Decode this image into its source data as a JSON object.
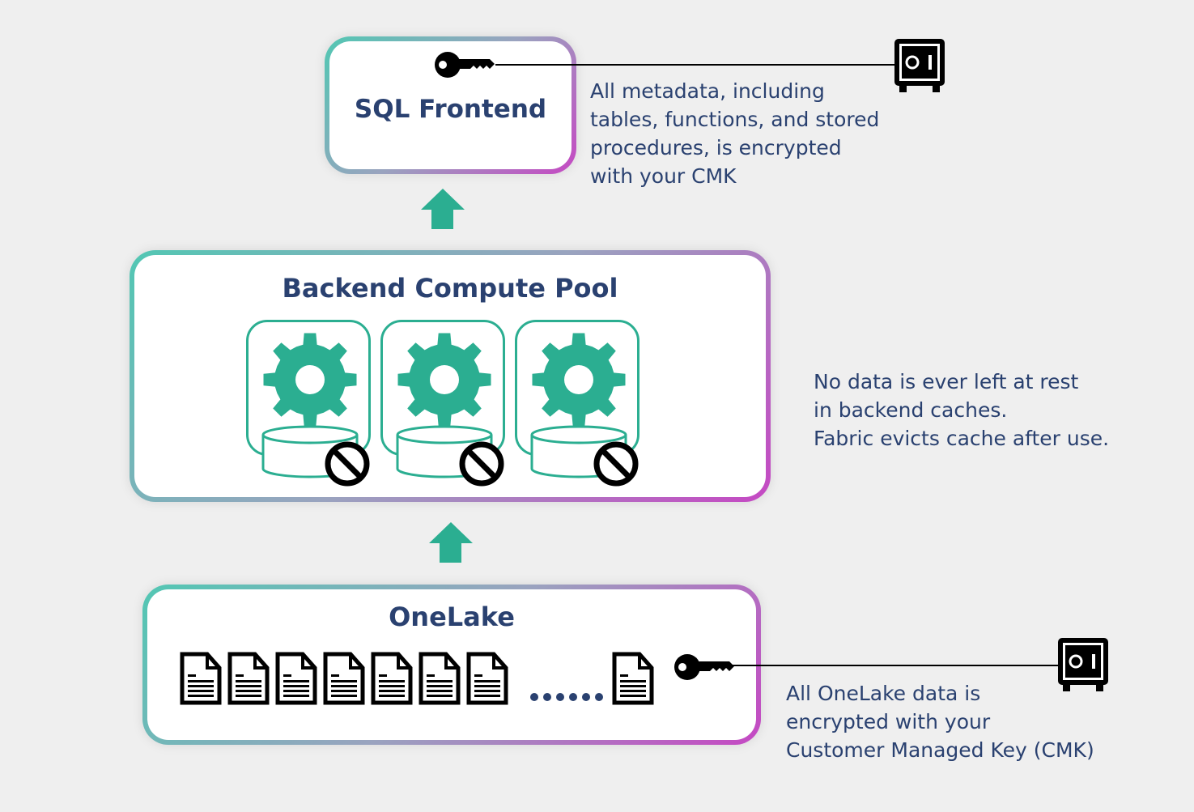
{
  "sql_frontend": {
    "title": "SQL Frontend",
    "note": "All metadata, including\ntables, functions, and stored\nprocedures, is encrypted\nwith your CMK"
  },
  "backend": {
    "title": "Backend Compute Pool",
    "nodes": [
      {
        "icon": "gear-icon",
        "cache_icon": "disk-icon",
        "status_icon": "prohibited-icon"
      },
      {
        "icon": "gear-icon",
        "cache_icon": "disk-icon",
        "status_icon": "prohibited-icon"
      },
      {
        "icon": "gear-icon",
        "cache_icon": "disk-icon",
        "status_icon": "prohibited-icon"
      }
    ],
    "note": "No data is ever left at rest\nin backend caches.\nFabric evicts cache after use."
  },
  "onelake": {
    "title": "OneLake",
    "file_count_visible": 8,
    "ellipsis": "......",
    "note": "All OneLake data is\nencrypted with your\nCustomer Managed Key (CMK)"
  },
  "icons": {
    "key": "key-icon",
    "vault": "safe-icon",
    "arrow": "arrow-up-icon",
    "file": "document-icon"
  },
  "colors": {
    "text": "#2a4170",
    "accent_green": "#2bae91",
    "gradient_start": "#52c7b3",
    "gradient_end": "#c548c3",
    "background": "#efefef"
  }
}
